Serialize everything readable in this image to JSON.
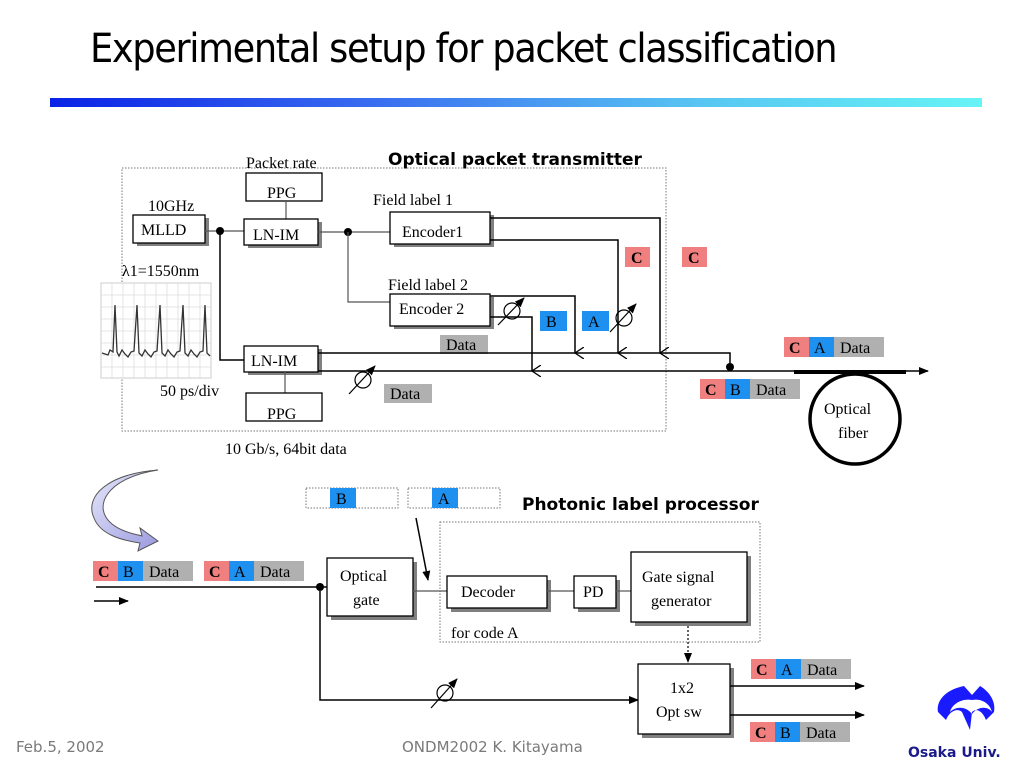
{
  "title": "Experimental setup for packet classification",
  "colors": {
    "label_c": "#f08080",
    "label_ab": "#1e90f0",
    "data": "#b0b0b0",
    "rule_start": "#0a22e6",
    "rule_end": "#66f4f6",
    "logo": "#1a1a8a"
  },
  "transmitter": {
    "heading": "Optical packet transmitter",
    "packet_rate": "Packet rate",
    "ppg_top": "PPG",
    "freq": "10GHz",
    "mlld": "MLLD",
    "ln_im_top": "LN-IM",
    "wavelength": "λ1=1550nm",
    "field_label_1": "Field label 1",
    "encoder1": "Encoder1",
    "field_label_2": "Field label 2",
    "encoder2": "Encoder 2",
    "label_c": "C",
    "label_c2": "C",
    "label_b": "B",
    "label_a": "A",
    "data_upper": "Data",
    "ln_im_bottom": "LN-IM",
    "timebase": "50 ps/div",
    "data_lower": "Data",
    "ppg_bottom": "PPG",
    "data_rate": "10 Gb/s, 64bit data"
  },
  "fiber": {
    "packet_top": [
      "C",
      "A",
      "Data"
    ],
    "packet_bottom": [
      "C",
      "B",
      "Data"
    ],
    "label_line1": "Optical",
    "label_line2": "fiber"
  },
  "processor": {
    "heading": "Photonic label processor",
    "label_b": "B",
    "label_a": "A",
    "input_packet_1": [
      "C",
      "B",
      "Data"
    ],
    "input_packet_2": [
      "C",
      "A",
      "Data"
    ],
    "optical_gate_line1": "Optical",
    "optical_gate_line2": "gate",
    "decoder": "Decoder",
    "pd": "PD",
    "gate_gen_line1": "Gate signal",
    "gate_gen_line2": "generator",
    "for_code": "for code A",
    "switch_line1": "1x2",
    "switch_line2": "Opt sw",
    "output_top": [
      "C",
      "A",
      "Data"
    ],
    "output_bottom": [
      "C",
      "B",
      "Data"
    ]
  },
  "footer": {
    "date": "Feb.5, 2002",
    "conference": "ONDM2002  K. Kitayama",
    "logo_text": "Osaka Univ."
  }
}
